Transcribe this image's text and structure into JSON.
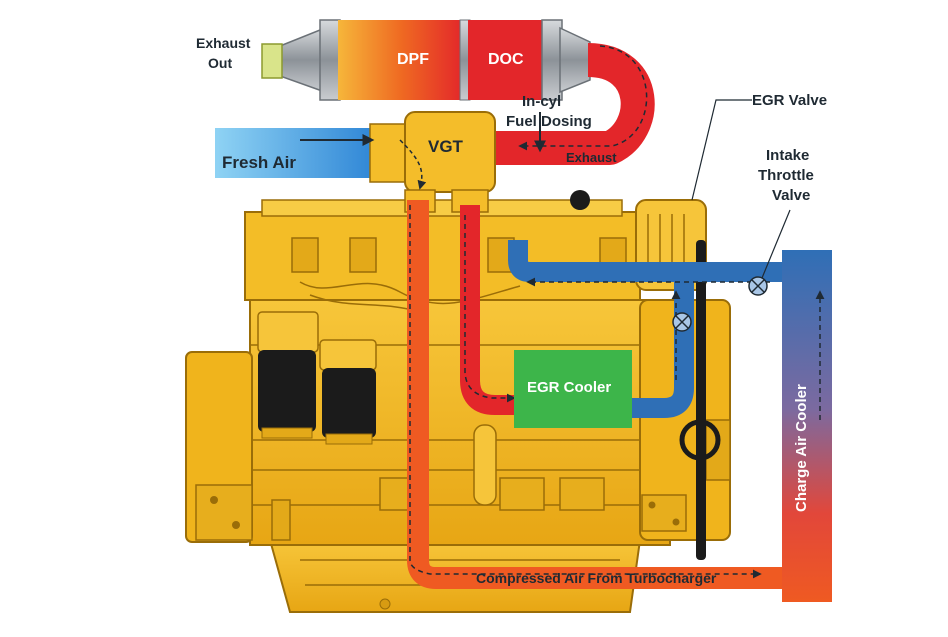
{
  "labels": {
    "exhaust_out_line1": "Exhaust",
    "exhaust_out_line2": "Out",
    "dpf": "DPF",
    "doc": "DOC",
    "in_cyl_line1": "In-cyl",
    "in_cyl_line2": "Fuel Dosing",
    "exhaust": "Exhaust",
    "vgt": "VGT",
    "fresh_air": "Fresh Air",
    "egr_valve": "EGR Valve",
    "intake_throttle_line1": "Intake",
    "intake_throttle_line2": "Throttle",
    "intake_throttle_line3": "Valve",
    "egr_cooler": "EGR Cooler",
    "charge_air_cooler": "Charge Air Cooler",
    "compressed_air": "Compressed Air From Turbocharger"
  },
  "colors": {
    "engine_body": "#f2b81c",
    "engine_outline": "#9a6d08",
    "hot_red": "#e32a2c",
    "hot_orange": "#ef5a22",
    "cool_blue": "#2f6fb6",
    "fresh_air_blue": "#54b4e8",
    "egr_cooler_green": "#3db54a",
    "steel_gray": "#9aa0a6",
    "battery_black": "#1b1b1b"
  },
  "icons": {
    "egr_valve": "valve-icon",
    "throttle_valve": "valve-icon",
    "flow_arrows": "arrow-icon"
  }
}
